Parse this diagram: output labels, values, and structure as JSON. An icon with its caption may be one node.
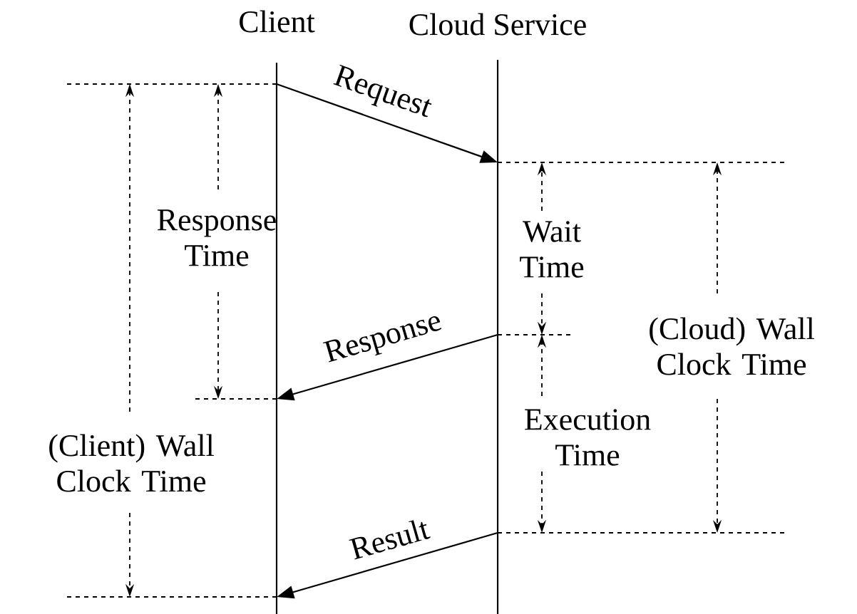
{
  "diagram": {
    "nodes": [
      {
        "text": [
          "Client"
        ]
      },
      {
        "text": [
          "Cloud Service"
        ]
      }
    ],
    "edges": [
      {
        "from": 0,
        "to": 1,
        "arrow": "to",
        "label": "Request"
      },
      {
        "from": 1,
        "to": 0,
        "arrow": "to",
        "label": "Response"
      },
      {
        "from": 1,
        "to": 0,
        "arrow": "to",
        "label": "Result"
      }
    ],
    "labels": [
      "Response Time",
      "Wait Time",
      "(Cloud) Wall Clock Time",
      "Execution Time",
      "(Client) Wall Clock Time"
    ]
  }
}
